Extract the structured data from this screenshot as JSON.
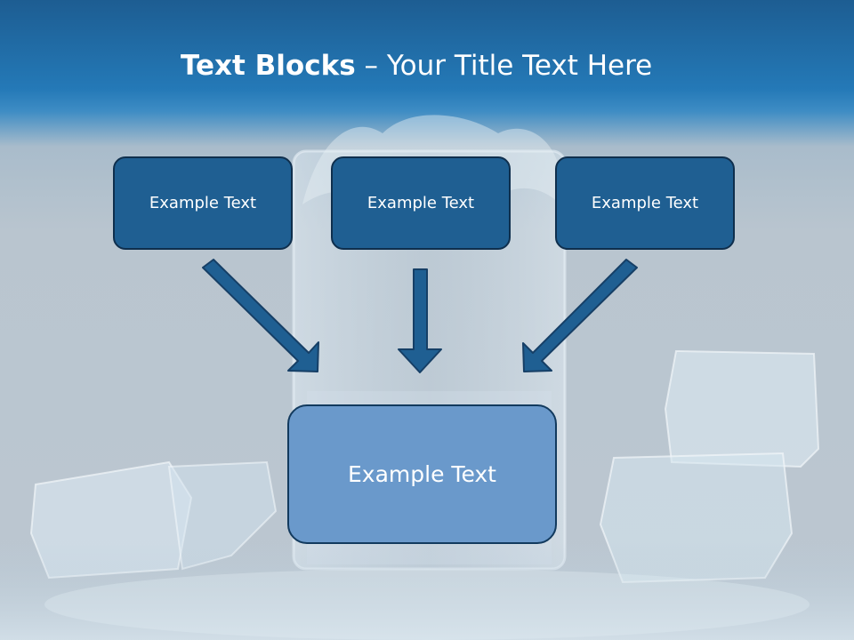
{
  "slide": {
    "title_bold": "Text Blocks",
    "title_rest": " – Your Title Text Here",
    "blocks": [
      {
        "label": "Example Text"
      },
      {
        "label": "Example Text"
      },
      {
        "label": "Example Text"
      }
    ],
    "target": {
      "label": "Example Text"
    }
  },
  "colors": {
    "header_blue": "#2479b7",
    "box_dark": "#1f5f92",
    "box_light": "#6a99cb",
    "arrow": "#1f5f92"
  }
}
